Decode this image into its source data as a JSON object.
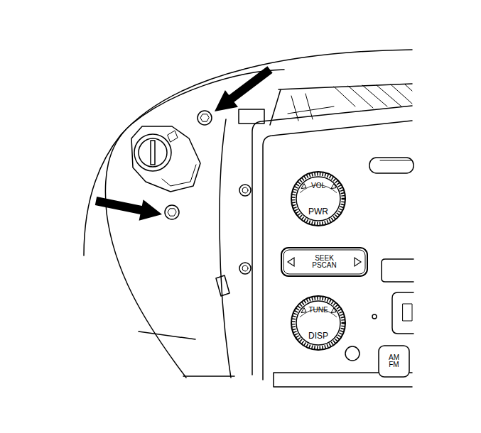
{
  "diagram": {
    "nodes": [
      {
        "text": [
          "VOL",
          "PWR"
        ]
      },
      {
        "text": [
          "SEEK PSCAN"
        ]
      },
      {
        "text": [
          "TUNE",
          "DISP"
        ]
      },
      {
        "text": [
          "AM FM"
        ]
      }
    ]
  }
}
